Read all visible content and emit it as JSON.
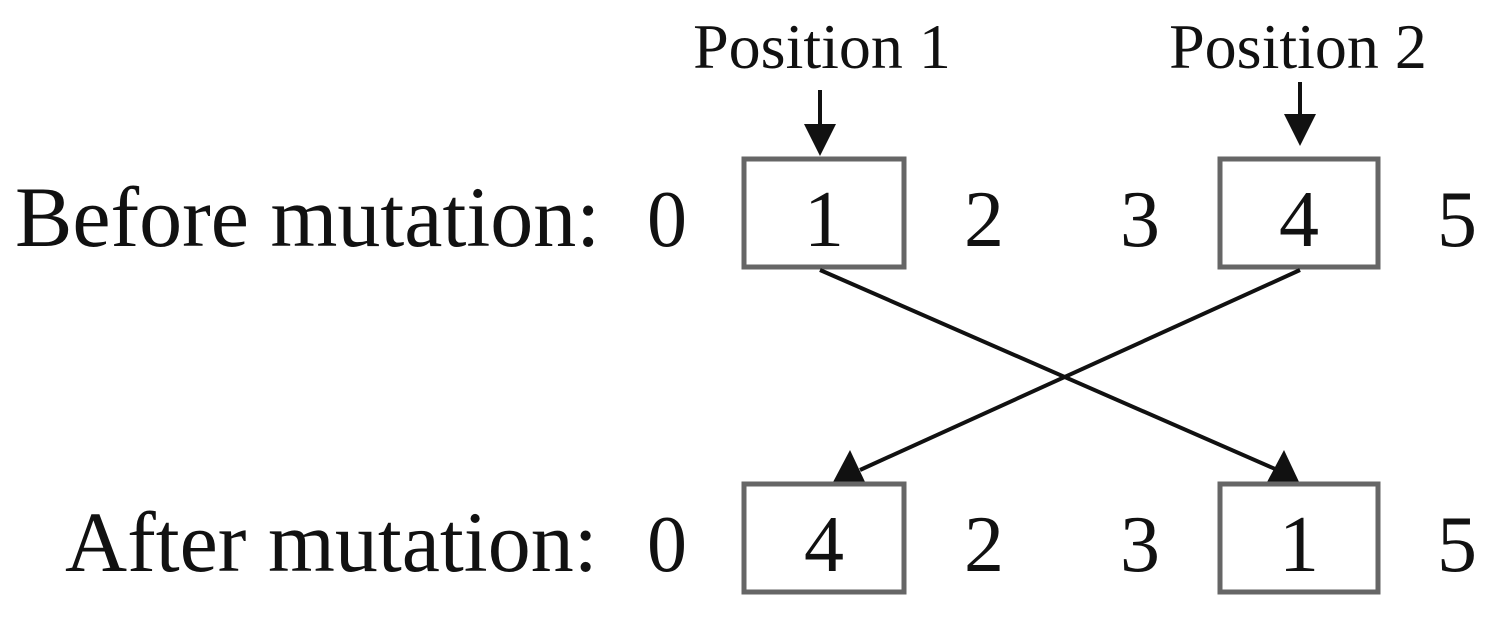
{
  "position_labels": {
    "first": "Position 1",
    "second": "Position 2"
  },
  "before": {
    "label": "Before mutation:",
    "cells": [
      "0",
      "1",
      "2",
      "3",
      "4",
      "5"
    ]
  },
  "after": {
    "label": "After mutation:",
    "cells": [
      "0",
      "4",
      "2",
      "3",
      "1",
      "5"
    ]
  },
  "colors": {
    "text": "#111111",
    "box_border": "#666666",
    "arrow": "#111111"
  }
}
